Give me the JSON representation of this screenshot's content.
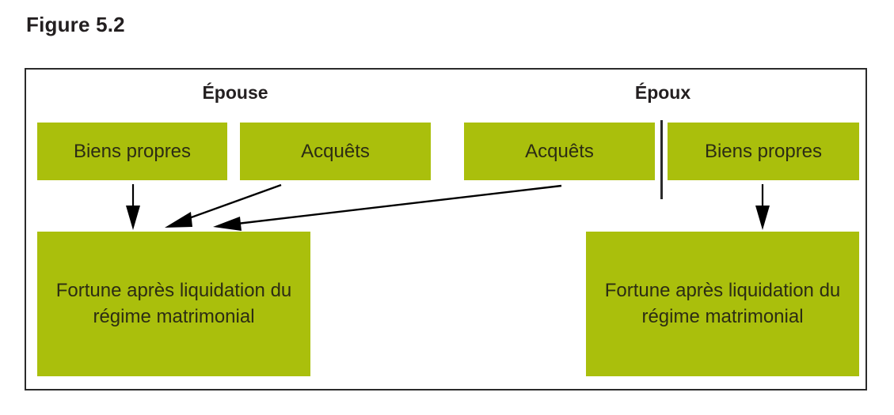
{
  "figure": {
    "title": "Figure 5.2"
  },
  "diagram": {
    "type": "flow-diagram",
    "columns": [
      {
        "id": "epouse",
        "heading": "Épouse",
        "assets": [
          "Biens propres",
          "Acquêts"
        ],
        "result": "Fortune après liquidation du régime matrimonial"
      },
      {
        "id": "epoux",
        "heading": "Époux",
        "assets": [
          "Acquêts",
          "Biens propres"
        ],
        "result": "Fortune après liquidation du régime matrimonial"
      }
    ],
    "arrows": [
      {
        "id": "epouse-propres-to-result",
        "from": "Biens propres (Épouse)",
        "to": "Fortune après liquidation du régime matrimonial (Épouse)"
      },
      {
        "id": "epouse-acquets-to-result",
        "from": "Acquêts (Épouse)",
        "to": "Fortune après liquidation du régime matrimonial (Épouse)"
      },
      {
        "id": "epoux-acquets-to-epouse-result",
        "from": "Acquêts (Époux)",
        "to": "Fortune après liquidation du régime matrimonial (Épouse)"
      },
      {
        "id": "epoux-propres-to-result",
        "from": "Biens propres (Époux)",
        "to": "Fortune après liquidation du régime matrimonial (Époux)"
      }
    ],
    "colors": {
      "box_fill": "#aabf0c",
      "frame_border": "#2b2b2b",
      "text": "#231f20",
      "arrow": "#000000",
      "background": "#ffffff"
    }
  }
}
